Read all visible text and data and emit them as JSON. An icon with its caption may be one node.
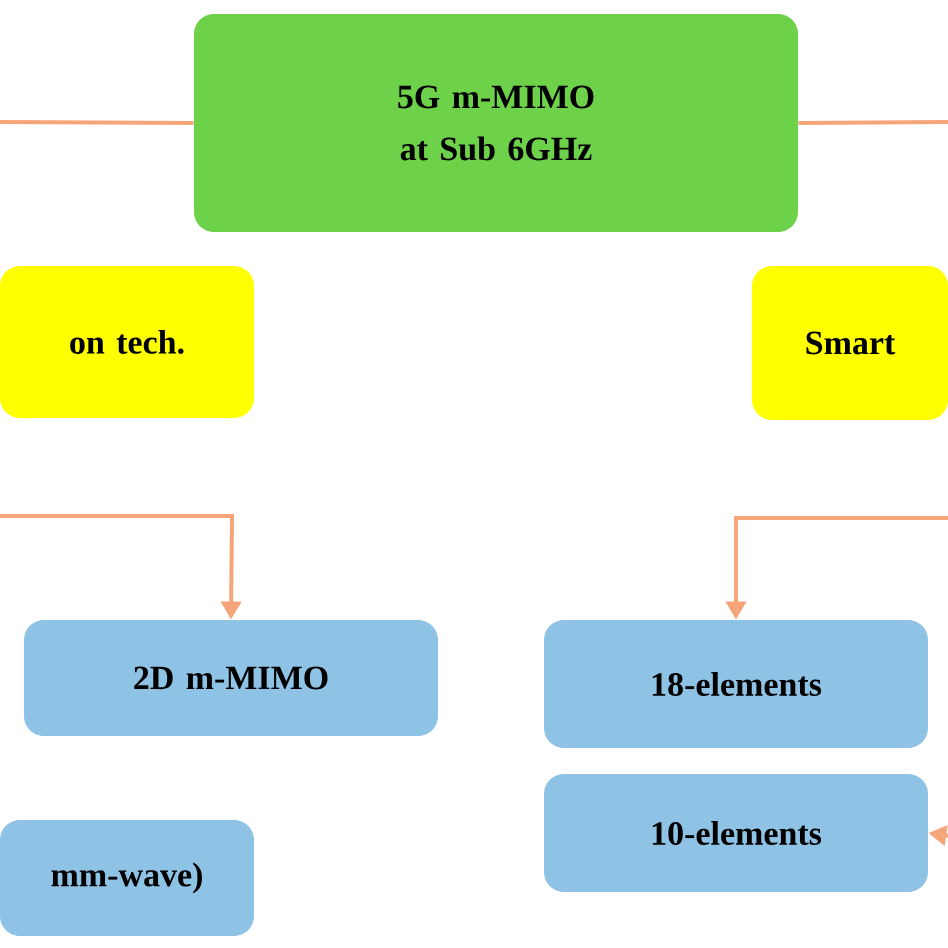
{
  "diagram": {
    "nodes": [
      {
        "text": [
          "5G m-MIMO at Sub 6GHz"
        ]
      },
      {
        "text": [
          "on tech."
        ]
      },
      {
        "text": [
          "Smart"
        ]
      },
      {
        "text": [
          "2D m-MIMO"
        ]
      },
      {
        "text": [
          "mm-wave)"
        ]
      },
      {
        "text": [
          "18-elements"
        ]
      },
      {
        "text": [
          "10-elements"
        ]
      }
    ],
    "edges": [
      {
        "from": 0,
        "to": null,
        "arrow": "none"
      },
      {
        "from": 0,
        "to": null,
        "arrow": "none"
      },
      {
        "from": null,
        "to": 3,
        "arrow": "to"
      },
      {
        "from": null,
        "to": 5,
        "arrow": "to"
      },
      {
        "from": null,
        "to": 6,
        "arrow": "to"
      }
    ]
  }
}
